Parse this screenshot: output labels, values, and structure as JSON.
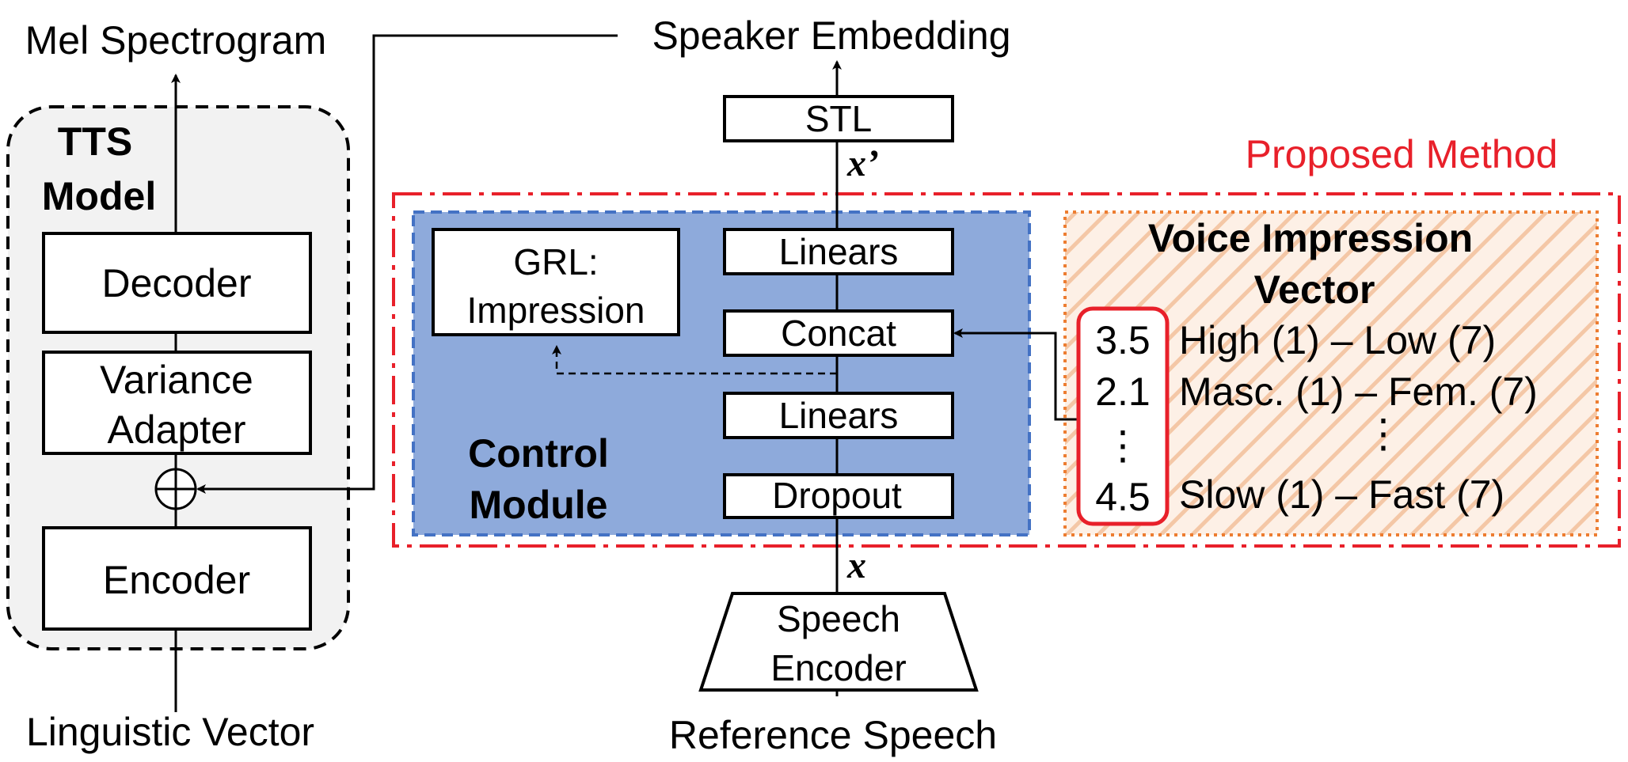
{
  "colors": {
    "proposed_border": "#e8202a",
    "control_fill": "#8eaadb",
    "control_border": "#4472c4",
    "impression_border": "#ed7d31",
    "tts_fill": "#f2f2f2"
  },
  "tts": {
    "output_label": "Mel Spectrogram",
    "title_line1": "TTS",
    "title_line2": "Model",
    "decoder": "Decoder",
    "variance_line1": "Variance",
    "variance_line2": "Adapter",
    "encoder": "Encoder",
    "input_label": "Linguistic Vector"
  },
  "speaker_embedding_label": "Speaker Embedding",
  "proposed_method_label": "Proposed Method",
  "stl": "STL",
  "x_prime": "x’",
  "x": "x",
  "control_module": {
    "grl_line1": "GRL:",
    "grl_line2": "Impression",
    "linears_top": "Linears",
    "concat": "Concat",
    "linears_bottom": "Linears",
    "dropout": "Dropout",
    "title_line1": "Control",
    "title_line2": "Module"
  },
  "speech_encoder": {
    "line1": "Speech",
    "line2": "Encoder",
    "input_label": "Reference Speech"
  },
  "voice_impression": {
    "title_line1": "Voice Impression",
    "title_line2": "Vector",
    "rows": [
      {
        "value": "3.5",
        "desc": "High (1) – Low (7)"
      },
      {
        "value": "2.1",
        "desc": "Masc. (1) – Fem. (7)"
      },
      {
        "value": "4.5",
        "desc": "Slow (1) – Fast (7)"
      }
    ],
    "ellipsis": "⋮"
  }
}
